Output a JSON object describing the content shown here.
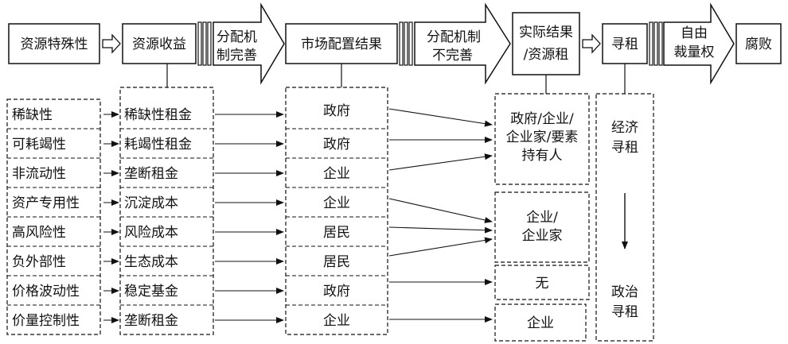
{
  "top_row": {
    "resource_characteristics": "资源特殊性",
    "resource_returns": "资源收益",
    "mech_complete_line1": "分配机",
    "mech_complete_line2": "制完善",
    "market_result": "市场配置结果",
    "mech_incomplete_line1": "分配机制",
    "mech_incomplete_line2": "不完善",
    "actual_result_line1": "实际结果",
    "actual_result_line2": "/资源租",
    "rent_seeking": "寻租",
    "discretion_line1": "自由",
    "discretion_line2": "裁量权",
    "corruption": "腐败"
  },
  "characteristics": [
    "稀缺性",
    "可耗竭性",
    "非流动性",
    "资产专用性",
    "高风险性",
    "负外部性",
    "价格波动性",
    "价量控制性"
  ],
  "returns": [
    "稀缺性租金",
    "耗竭性租金",
    "垄断租金",
    "沉淀成本",
    "风险成本",
    "生态成本",
    "稳定基金",
    "垄断租金"
  ],
  "market_parties": [
    "政府",
    "政府",
    "企业",
    "企业",
    "居民",
    "居民",
    "政府",
    "企业"
  ],
  "outcomes": {
    "group1_line1": "政府/企业/",
    "group1_line2": "企业家/要素",
    "group1_line3": "持有人",
    "group2_line1": "企业/",
    "group2_line2": "企业家",
    "group3": "无",
    "group4": "企业"
  },
  "rent_types": {
    "economic_line1": "经济",
    "economic_line2": "寻租",
    "political_line1": "政治",
    "political_line2": "寻租"
  }
}
